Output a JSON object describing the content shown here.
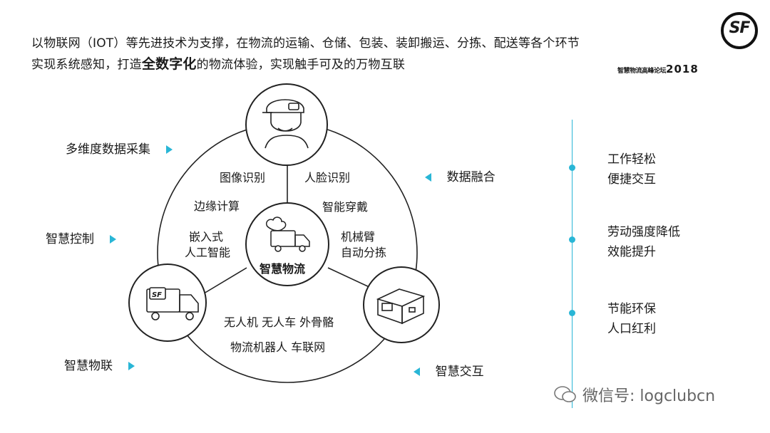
{
  "header": {
    "line1": "以物联网（IOT）等先进技术为支撑，在物流的运输、仓储、包装、装卸搬运、分拣、配送等各个环节",
    "line2_pre": "实现系统感知，打造",
    "line2_bold": "全数字化",
    "line2_post": "的物流体验，实现触手可及的万物互联"
  },
  "logo": {
    "text": "SF"
  },
  "event": {
    "name": "智慧物流高峰论坛",
    "year": "2018"
  },
  "center": {
    "title": "智慧物流",
    "icon": "truck-brain-icon"
  },
  "nodes": {
    "top": {
      "icon": "worker-icon"
    },
    "left": {
      "icon": "sf-truck-icon",
      "badge": "SF"
    },
    "right": {
      "icon": "robot-box-icon"
    }
  },
  "inner_labels": {
    "image_recognition": "图像识别",
    "face_recognition": "人脸识别",
    "edge_computing": "边缘计算",
    "smart_wearable": "智能穿戴",
    "embedded_ai_1": "嵌入式",
    "embedded_ai_2": "人工智能",
    "robot_arm_1": "机械臂",
    "robot_arm_2": "自动分拣",
    "bottom_1": "无人机  无人车  外骨骼",
    "bottom_2": "物流机器人  车联网"
  },
  "side_labels": {
    "data_collection": "多维度数据采集",
    "data_fusion": "数据融合",
    "smart_control": "智慧控制",
    "smart_iot": "智慧物联",
    "smart_interaction": "智慧交互"
  },
  "benefits": [
    {
      "line1": "工作轻松",
      "line2": "便捷交互"
    },
    {
      "line1": "劳动强度降低",
      "line2": "效能提升"
    },
    {
      "line1": "节能环保",
      "line2": "人口红利"
    }
  ],
  "watermark": {
    "text": "微信号: logclubcn",
    "icon": "wechat-icon"
  },
  "colors": {
    "accent": "#29b6d6",
    "text": "#1a1a1a"
  }
}
